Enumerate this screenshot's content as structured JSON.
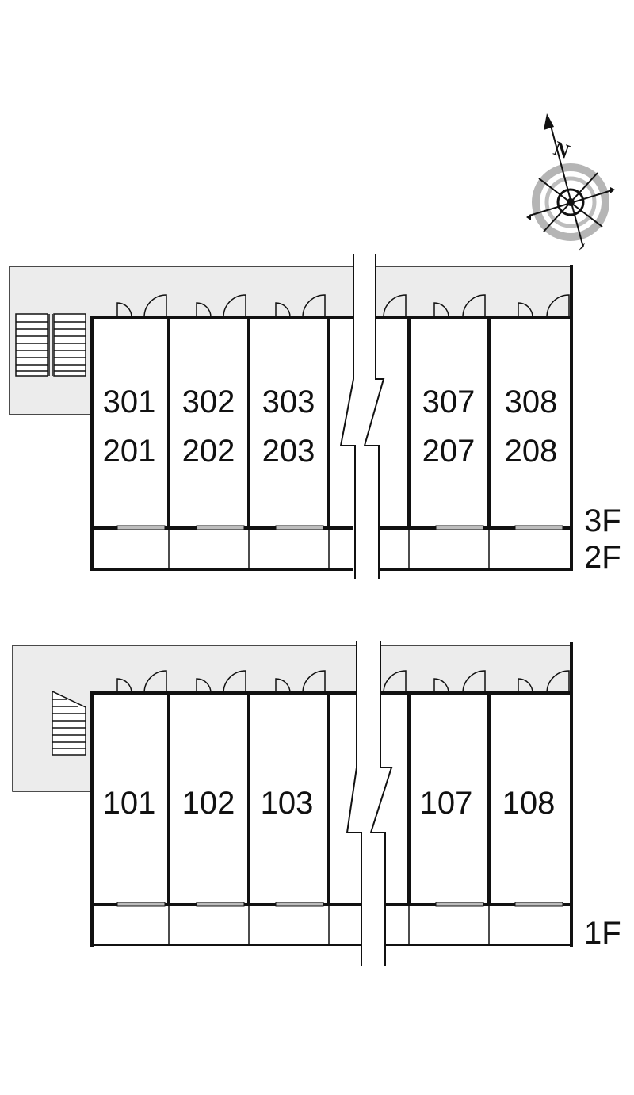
{
  "compass": {
    "letter": "N",
    "icon": "north-arrow-compass-icon"
  },
  "upper_block": {
    "floor_labels": [
      "3F",
      "2F"
    ],
    "units_top_row": [
      "301",
      "302",
      "303",
      "307",
      "308"
    ],
    "units_bottom_row": [
      "201",
      "202",
      "203",
      "207",
      "208"
    ]
  },
  "lower_block": {
    "floor_labels": [
      "1F"
    ],
    "units": [
      "101",
      "102",
      "103",
      "107",
      "108"
    ]
  },
  "colors": {
    "line": "#111111",
    "corridor_fill": "#ececec",
    "compass_ring": "#aaaaaa"
  }
}
